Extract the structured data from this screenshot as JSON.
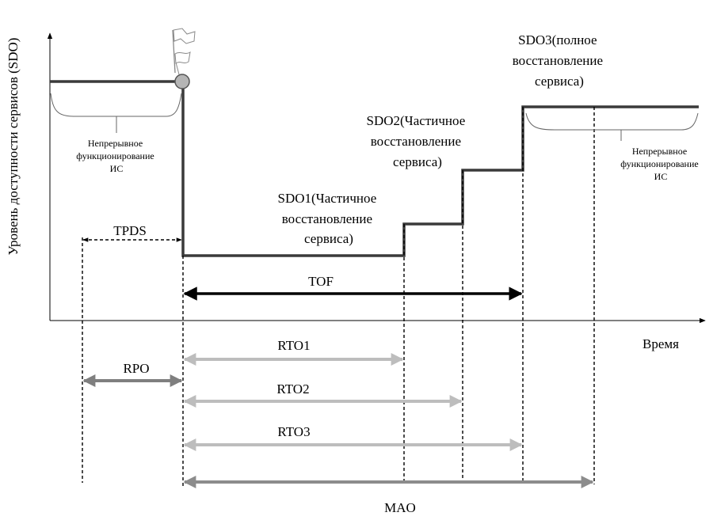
{
  "diagram": {
    "y_axis_label": "Уровень доступности сервисов (SDO)",
    "x_axis_label": "Время",
    "sdo1": [
      "SDO1(Частичное",
      "восстановление",
      "сервиса)"
    ],
    "sdo2": [
      "SDO2(Частичное",
      "восстановление",
      "сервиса)"
    ],
    "sdo3": [
      "SDO3(полное",
      "восстановление",
      "сервиса)"
    ],
    "left_continuous": [
      "Непрерывное",
      "функционирование",
      "ИС"
    ],
    "right_continuous": [
      "Непрерывное",
      "функционирование",
      "ИС"
    ],
    "intervals": {
      "tpds": "TPDS",
      "tof": "TOF",
      "rpo": "RPO",
      "rto1": "RTO1",
      "rto2": "RTO2",
      "rto3": "RTO3",
      "mao": "MAO"
    },
    "colors": {
      "line": "#3a3a3a",
      "tof_arrow": "#000000",
      "rto_arrow": "#bdbdbd",
      "rpo_arrow": "#7f7f7f",
      "mao_arrow": "#8c8c8c",
      "disaster_marker": "#b5b5b5"
    }
  }
}
